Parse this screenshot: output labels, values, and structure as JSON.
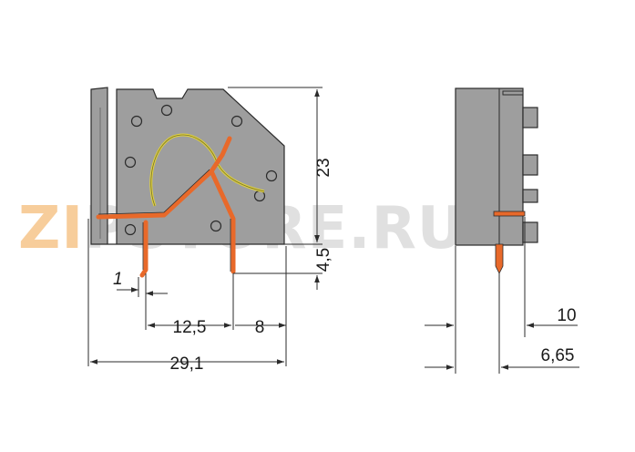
{
  "watermark": {
    "text": "ZIPSTORE.RU",
    "color_left": "#f2a64a",
    "color_right": "#c8c8c8"
  },
  "colors": {
    "housing": "#9e9e9e",
    "housing_outline": "#2b2b2b",
    "contact": "#e8692a",
    "spring": "#e0d23c",
    "dimension_line": "#2b2b2b"
  },
  "dimensions": {
    "height_total": "23",
    "pin_length": "4,5",
    "pin_width": "1",
    "pitch": "12,5",
    "pin_offset": "8",
    "overall_width": "29,1",
    "side_offset_a": "10",
    "side_offset_b": "6,65"
  }
}
